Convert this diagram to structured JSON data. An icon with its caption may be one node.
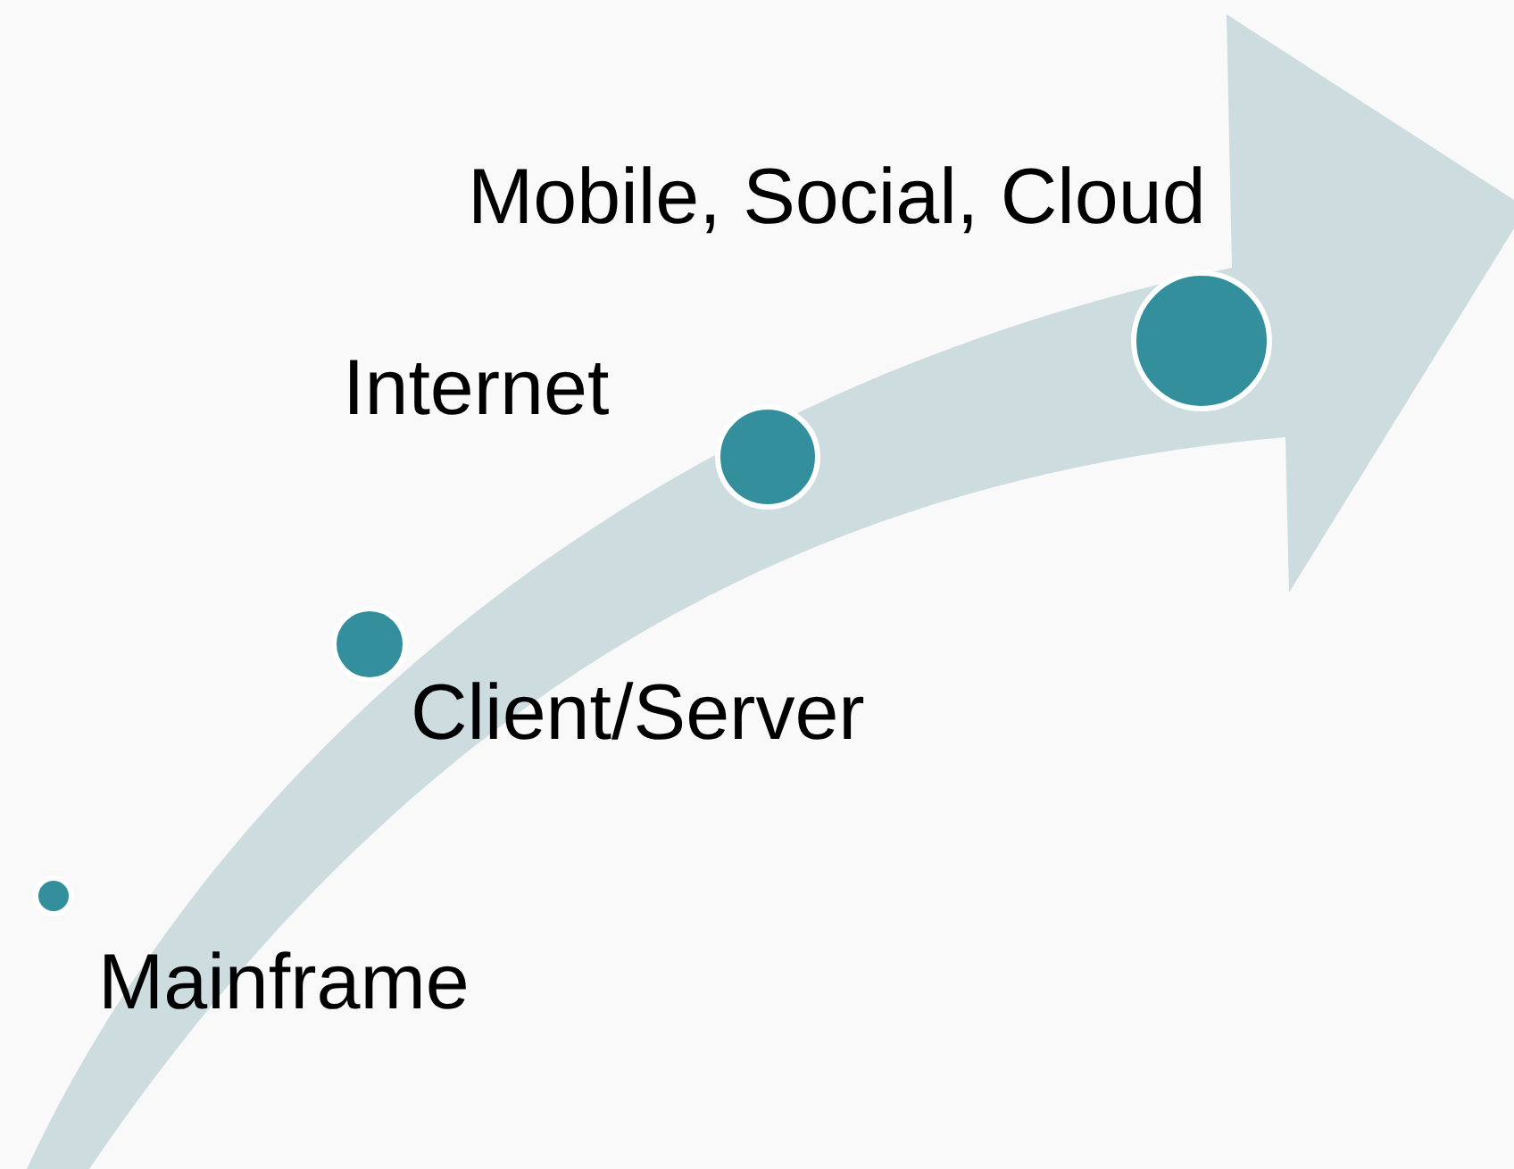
{
  "diagram": {
    "nodes": [
      {
        "text": [],
        "shape": "circle",
        "beside": [
          "Mainframe"
        ]
      },
      {
        "text": [],
        "shape": "circle",
        "beside": [
          "Client/Server"
        ]
      },
      {
        "text": [],
        "shape": "circle",
        "beside": [
          "Internet"
        ]
      },
      {
        "text": [],
        "shape": "circle",
        "beside": [
          "Mobile, Social, Cloud"
        ]
      }
    ]
  }
}
